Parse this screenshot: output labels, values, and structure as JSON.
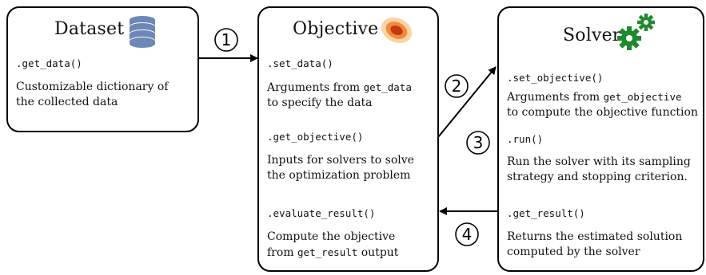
{
  "dataset": {
    "title": "Dataset",
    "icon": "database-icon",
    "method": ".get_data()",
    "description": "Customizable dictionary of the collected data"
  },
  "objective": {
    "title": "Objective",
    "icon": "contour-plot-icon",
    "method1": ".set_data()",
    "desc1_a": "Arguments from ",
    "desc1_code": "get_data",
    "desc1_b": "to specify the data",
    "method2": ".get_objective()",
    "desc2_a": "Inputs for solvers to solve",
    "desc2_b": "the optimization problem",
    "method3": ".evaluate_result()",
    "desc3_a": "Compute the objective",
    "desc3_b_pre": "from ",
    "desc3_b_code": "get_result",
    "desc3_b_post": " output"
  },
  "solver": {
    "title": "Solver",
    "icon": "gears-icon",
    "method1": ".set_objective()",
    "desc1_a": "Arguments from ",
    "desc1_code": "get_objective",
    "desc1_b": "to compute the objective function",
    "method2": ".run()",
    "desc2_a": "Run the solver with its sampling",
    "desc2_b": "strategy and stopping criterion.",
    "method3": ".get_result()",
    "desc3_a": "Returns the estimated solution",
    "desc3_b": "computed by the solver"
  },
  "steps": [
    "1",
    "2",
    "3",
    "4"
  ],
  "colors": {
    "database": "#6d88b6",
    "gear": "#1e8a2e",
    "contour_outer": "#fbd3a4",
    "contour_mid": "#f08a3c",
    "contour_inner": "#c23a10"
  }
}
